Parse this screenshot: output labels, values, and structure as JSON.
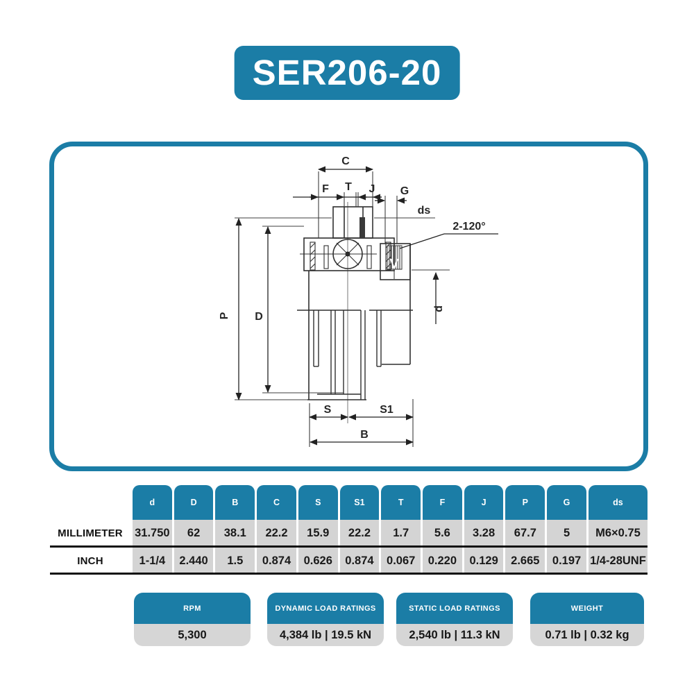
{
  "title": "SER206-20",
  "colors": {
    "accent": "#1B7DA6",
    "cell_gray": "#D4D4D4",
    "line_black": "#0E0E0E",
    "drawing_line": "#2F2F2F"
  },
  "diagram": {
    "dim_labels": {
      "c": "C",
      "f": "F",
      "t": "T",
      "j": "J",
      "g": "G",
      "ds": "ds",
      "angle": "2-120°",
      "p": "P",
      "d_outer": "D",
      "d_bore": "d",
      "s": "S",
      "s1": "S1",
      "b": "B"
    }
  },
  "table": {
    "row_headers": [
      "MILLIMETER",
      "INCH"
    ],
    "columns": [
      "d",
      "D",
      "B",
      "C",
      "S",
      "S1",
      "T",
      "F",
      "J",
      "P",
      "G",
      "ds"
    ],
    "millimeter": [
      "31.750",
      "62",
      "38.1",
      "22.2",
      "15.9",
      "22.2",
      "1.7",
      "5.6",
      "3.28",
      "67.7",
      "5",
      "M6×0.75"
    ],
    "inch": [
      "1-1/4",
      "2.440",
      "1.5",
      "0.874",
      "0.626",
      "0.874",
      "0.067",
      "0.220",
      "0.129",
      "2.665",
      "0.197",
      "1/4-28UNF"
    ]
  },
  "stats": [
    {
      "label": "RPM",
      "value": "5,300"
    },
    {
      "label": "DYNAMIC LOAD RATINGS",
      "value": "4,384 lb | 19.5 kN"
    },
    {
      "label": "STATIC LOAD RATINGS",
      "value": "2,540 lb | 11.3 kN"
    },
    {
      "label": "WEIGHT",
      "value": "0.71 lb | 0.32 kg"
    }
  ]
}
